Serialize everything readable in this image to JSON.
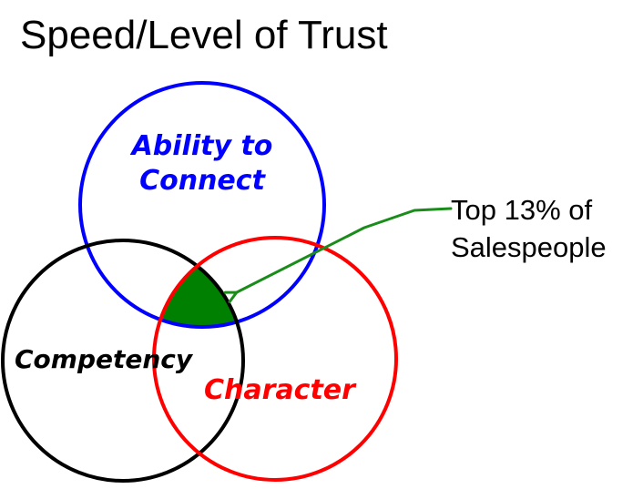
{
  "title": "Speed/Level of Trust",
  "circles": {
    "connect": {
      "line1": "Ability to",
      "line2": "Connect",
      "color": "#0000ff"
    },
    "competency": {
      "label": "Competency",
      "color": "#000000"
    },
    "character": {
      "label": "Character",
      "color": "#ff0000"
    }
  },
  "intersection": {
    "color": "#008000"
  },
  "callout": {
    "line1": "Top 13% of",
    "line2": "Salespeople",
    "arrow_color": "#1a8c1a"
  }
}
